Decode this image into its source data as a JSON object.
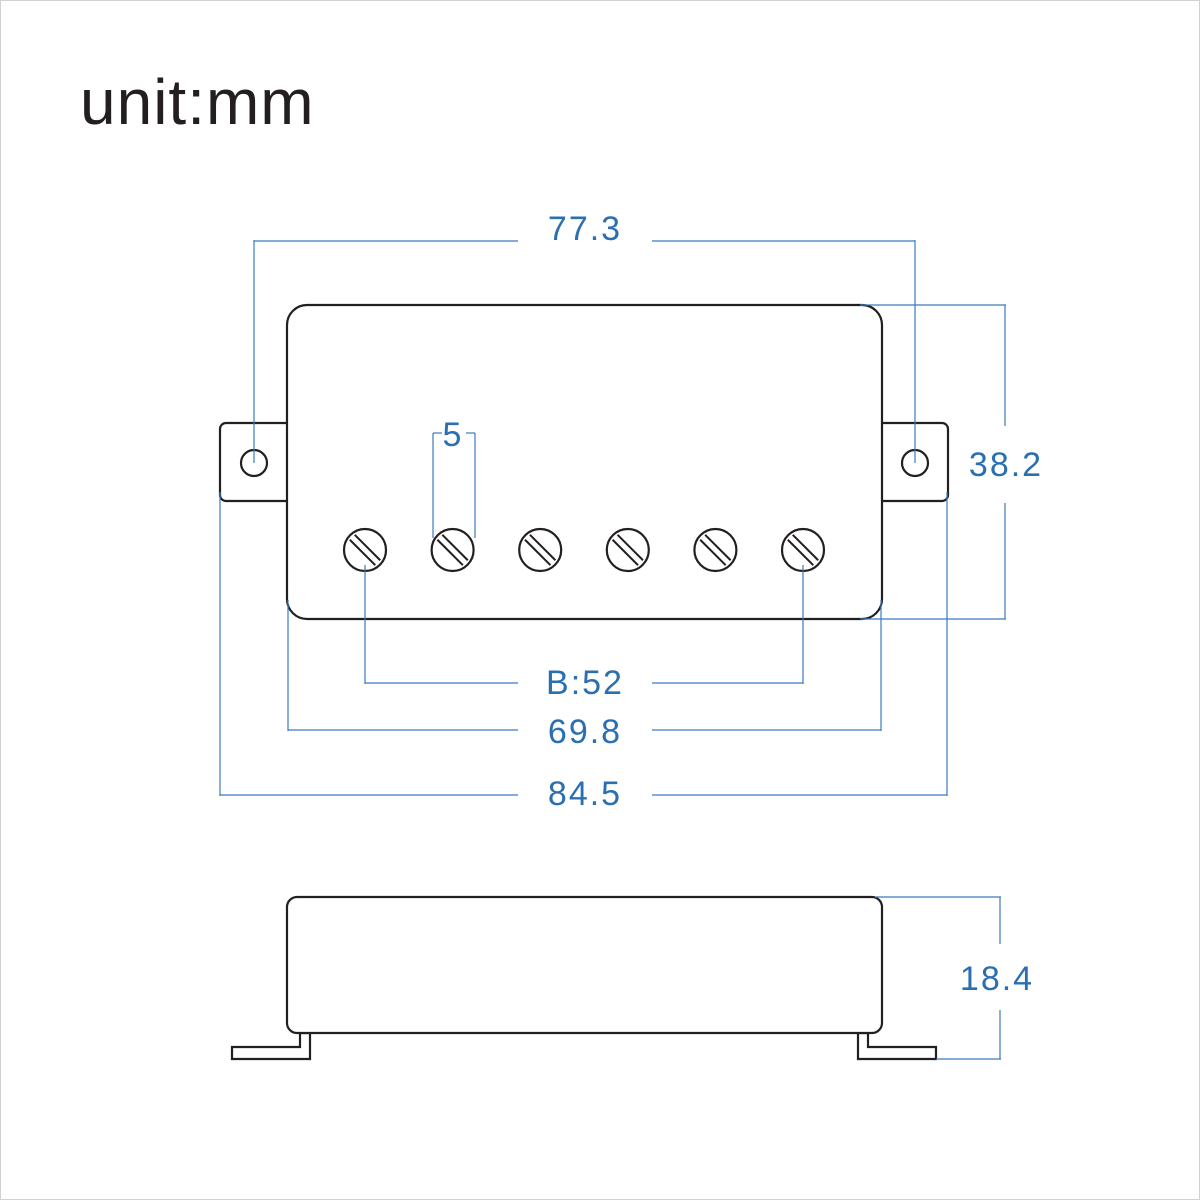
{
  "unit_label": "unit:mm",
  "colors": {
    "outline": "#231f20",
    "dimension": "#3b7bbf",
    "dimension_text": "#2b6fb0"
  },
  "dimensions": {
    "mount_hole_spacing": "77.3",
    "height": "38.2",
    "pole_spacing": "5",
    "bass_pole_span": "B:52",
    "cover_width": "69.8",
    "overall_width": "84.5",
    "side_height": "18.4"
  },
  "pole_screw_count": 6
}
